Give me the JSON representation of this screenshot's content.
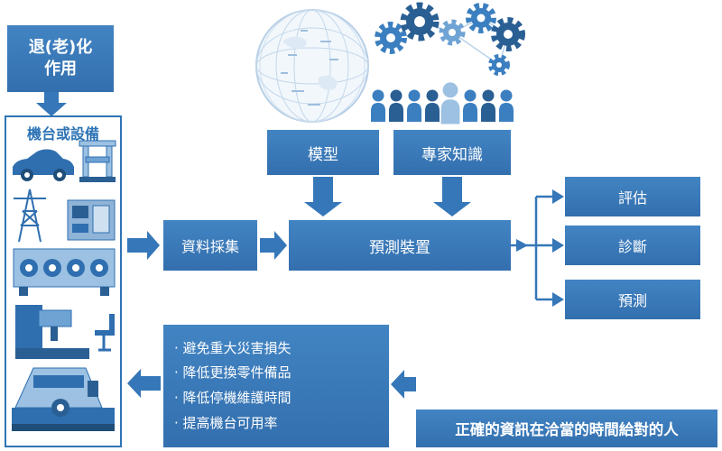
{
  "colors": {
    "primary": "#3577b8",
    "primary_dark": "#2a5f94",
    "title_blue": "#2e74b5",
    "light_blue": "#9cc1e2"
  },
  "flow": {
    "degradation": {
      "line1": "退(老)化",
      "line2": "作用"
    },
    "equipment_title": "機台或設備",
    "data_collection": "資料採集",
    "prediction_device": "預測裝置",
    "model": "模型",
    "expert_knowledge": "專家知識",
    "outputs": [
      {
        "label": "評估"
      },
      {
        "label": "診斷"
      },
      {
        "label": "預測"
      }
    ],
    "benefits": [
      "· 避免重大災害損失",
      "· 降低更換零件備品",
      "· 降低停機維護時間",
      "· 提高機台可用率"
    ],
    "tagline": "正確的資訊在洽當的時間給對的人"
  },
  "icons": {
    "globe": "world-map-globe-icon",
    "crowd": "gears-and-people-icon",
    "machines": [
      "car-icon",
      "test-machine-icon",
      "power-tower-icon",
      "press-machine-icon",
      "cnc-machine-icon",
      "bandsaw-icon"
    ]
  }
}
